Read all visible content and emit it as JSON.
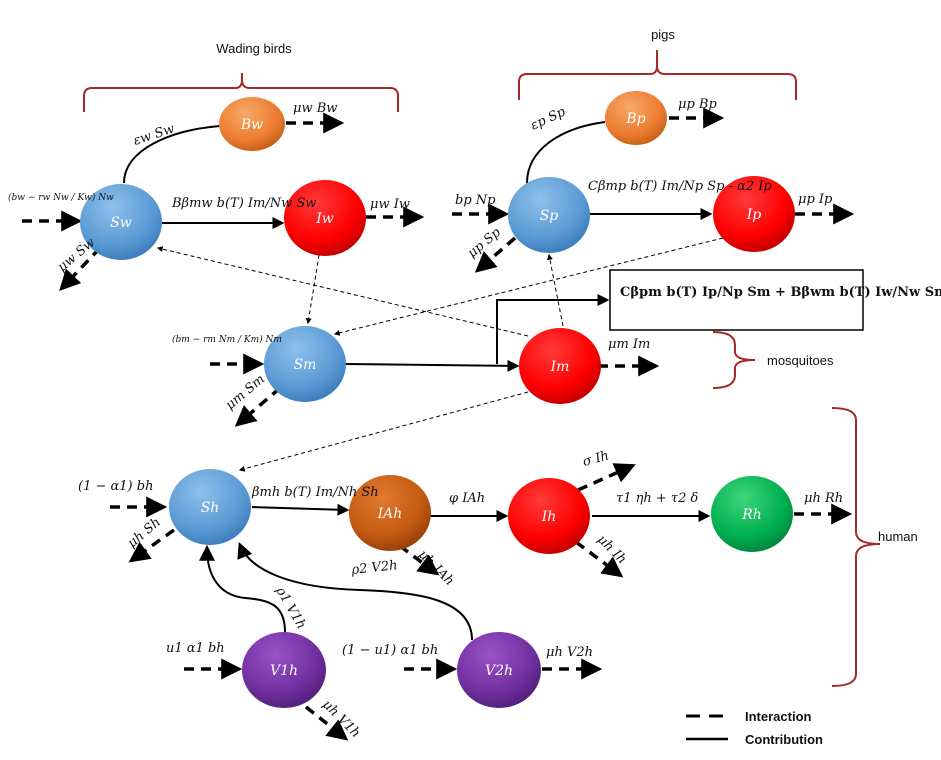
{
  "groups": {
    "wading_birds": "Wading birds",
    "pigs": "pigs",
    "mosquitoes": "mosquitoes",
    "human": "human"
  },
  "colors": {
    "susceptible": "#5b9bd5",
    "infected": "#ff0000",
    "environment": "#ed7d31",
    "asymptomatic": "#c55a11",
    "recovered": "#00b050",
    "vaccinated": "#7030a0",
    "brace": "#a52a2a"
  },
  "nodes": {
    "Bw": "Bw",
    "Sw": "Sw",
    "Iw": "Iw",
    "Bp": "Bp",
    "Sp": "Sp",
    "Ip": "Ip",
    "Sm": "Sm",
    "Im": "Im",
    "Sh": "Sh",
    "IAh": "IAh",
    "Ih": "Ih",
    "Rh": "Rh",
    "V1h": "V1h",
    "V2h": "V2h"
  },
  "rates": {
    "mu_w_Bw": "μw Bw",
    "eps_w_Sw": "εw Sw",
    "birth_w": "(bw − rw Nw / Kw) Nw",
    "infect_w": "Bβmw b(T) Im/Nw Sw",
    "mu_w_Iw": "μw Iw",
    "mu_w_Sw": "μw Sw",
    "mu_p_Bp": "μp Bp",
    "eps_p_Sp": "εp Sp",
    "birth_p": "bp Np",
    "infect_p": "Cβmp b(T) Im/Np Sp - α2 Ip",
    "mu_p_Ip": "μp Ip",
    "mu_p_Sp": "μp Sp",
    "mosquito_box": "Cβpm b(T) Ip/Np Sm + Bβwm b(T) Iw/Nw Sm",
    "birth_m": "(bm − rm Nm / Km) Nm",
    "mu_m_Im": "μm Im",
    "mu_m_Sm": "μm Sm",
    "birth_h": "(1 − α1) bh",
    "infect_h": "βmh b(T) Im/Nh Sh",
    "mu_h_Sh": "μh Sh",
    "phi_IAh": "φ IAh",
    "mu_h_IAh": "μh IAh",
    "sigma_Ih": "σ Ih",
    "recover_h": "τ1 ηh + τ2 δ",
    "mu_h_Ih": "μh Ih",
    "mu_h_Rh": "μh Rh",
    "rho2_V2h": "ρ2 V2h",
    "rho1_V1h": "ρ1 V1h",
    "vacc1": "u1 α1 bh",
    "vacc2": "(1 − u1) α1 bh",
    "mu_h_V1h": "μh V1h",
    "mu_h_V2h": "μh V2h"
  },
  "legend": {
    "interaction": "Interaction",
    "contribution": "Contribution"
  }
}
